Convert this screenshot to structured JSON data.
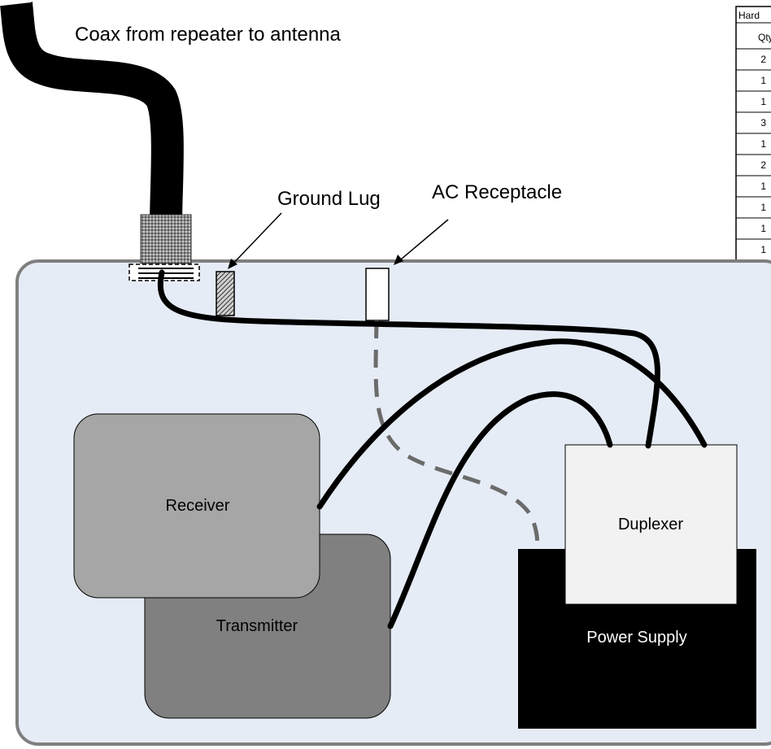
{
  "labels": {
    "coax": "Coax from repeater to antenna",
    "ground_lug": "Ground Lug",
    "ac_receptacle": "AC Receptacle"
  },
  "components": {
    "receiver": "Receiver",
    "transmitter": "Transmitter",
    "duplexer": "Duplexer",
    "power_supply": "Power Supply"
  },
  "hardware_table": {
    "title": "Hard",
    "header": "Qty",
    "qty": [
      "2",
      "1",
      "1",
      "3",
      "1",
      "2",
      "1",
      "1",
      "1",
      "1"
    ]
  },
  "colors": {
    "enclosure_fill": "#e6ecf6",
    "enclosure_stroke": "#7f7f7f",
    "receiver": "#a6a6a6",
    "transmitter": "#808080",
    "duplexer": "#f2f2f2",
    "power_supply": "#000000",
    "cable": "#000000",
    "ac_line": "#6b6b6b"
  }
}
